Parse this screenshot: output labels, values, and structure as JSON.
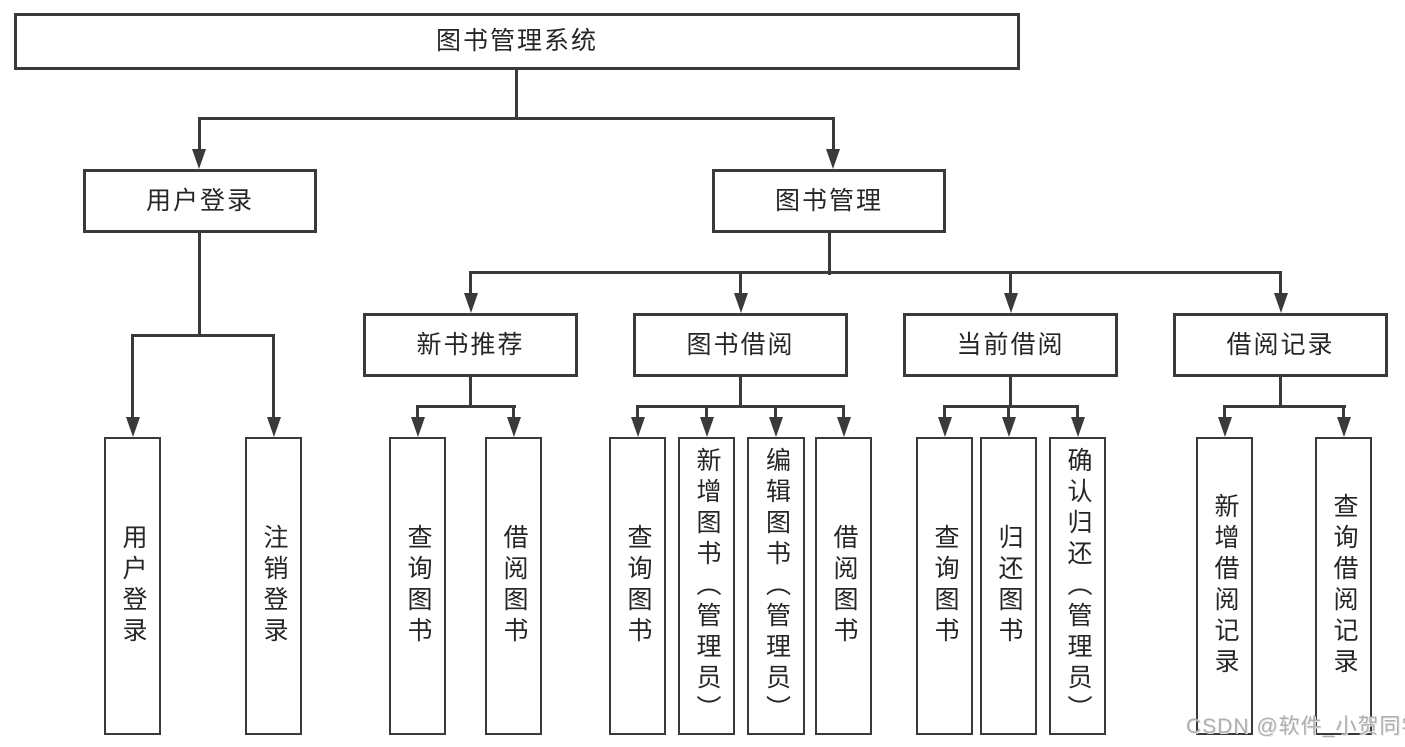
{
  "diagram": {
    "root": {
      "label": "图书管理系统"
    },
    "level2": [
      {
        "label": "用户登录"
      },
      {
        "label": "图书管理"
      }
    ],
    "level3": [
      {
        "label": "新书推荐"
      },
      {
        "label": "图书借阅"
      },
      {
        "label": "当前借阅"
      },
      {
        "label": "借阅记录"
      }
    ],
    "leaves": {
      "user_login": [
        "用户登录",
        "注销登录"
      ],
      "new_books": [
        "查询图书",
        "借阅图书"
      ],
      "book_borrowing": [
        "查询图书",
        "新增图书（管理员）",
        "编辑图书（管理员）",
        "借阅图书"
      ],
      "current_borrowing": [
        "查询图书",
        "归还图书",
        "确认归还（管理员）"
      ],
      "borrow_records": [
        "新增借阅记录",
        "查询借阅记录"
      ]
    }
  },
  "watermark": {
    "text": "CSDN @软件_小贺同学"
  },
  "colors": {
    "line": "#3a3a3a",
    "box_border": "#3a3a3a",
    "text": "#262626",
    "background": "#ffffff",
    "watermark": "#b0aeae"
  }
}
